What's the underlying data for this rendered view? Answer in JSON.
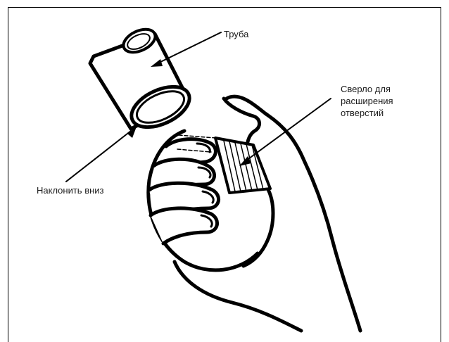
{
  "labels": {
    "pipe": "Труба",
    "reamer_line1": "Сверло для",
    "reamer_line2": "расширения",
    "reamer_line3": "отверстий",
    "tilt_down": "Наклонить вниз"
  },
  "colors": {
    "ink": "#000000",
    "background": "#ffffff"
  }
}
